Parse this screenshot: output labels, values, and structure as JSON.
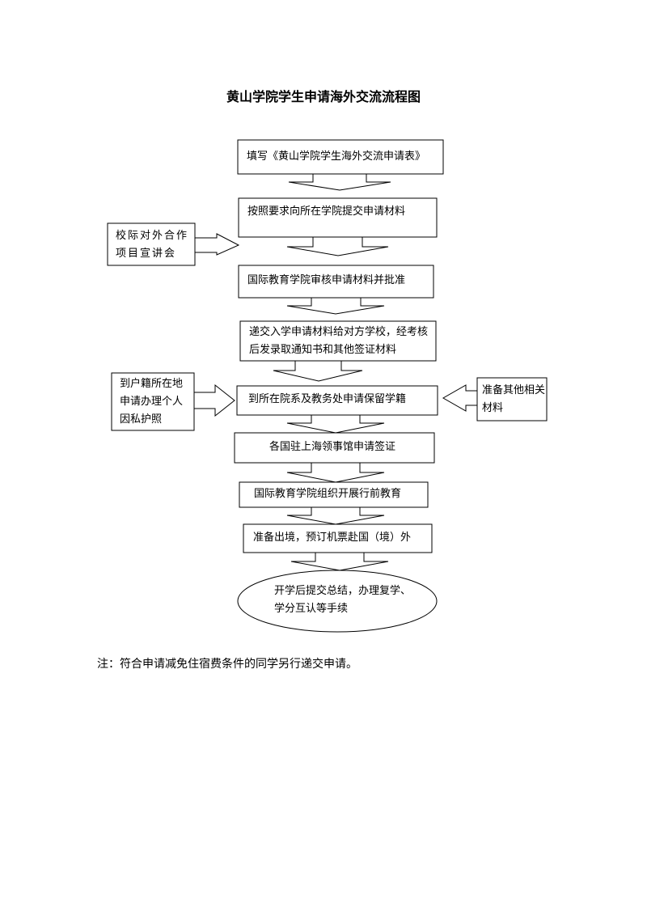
{
  "title": "黄山学院学生申请海外交流流程图",
  "steps": [
    "填写《黄山学院学生海外交流申请表》",
    "按照要求向所在学院提交申请材料",
    "国际教育学院审核申请材料并批准",
    "递交入学申请材料给对方学校，经考核后发录取通知书和其他签证材料",
    "到所在院系及教务处申请保留学籍",
    "各国驻上海领事馆申请签证",
    "国际教育学院组织开展行前教育",
    "准备出境，预订机票赴国（境）外",
    "开学后提交总结，办理复学、学分互认等手续"
  ],
  "side_left_1": "校际对外合作项目宣讲会",
  "side_left_2": "到户籍所在地申请办理个人因私护照",
  "side_right": "准备其他相关材料",
  "note": "注：符合申请减免住宿费条件的同学另行递交申请。"
}
